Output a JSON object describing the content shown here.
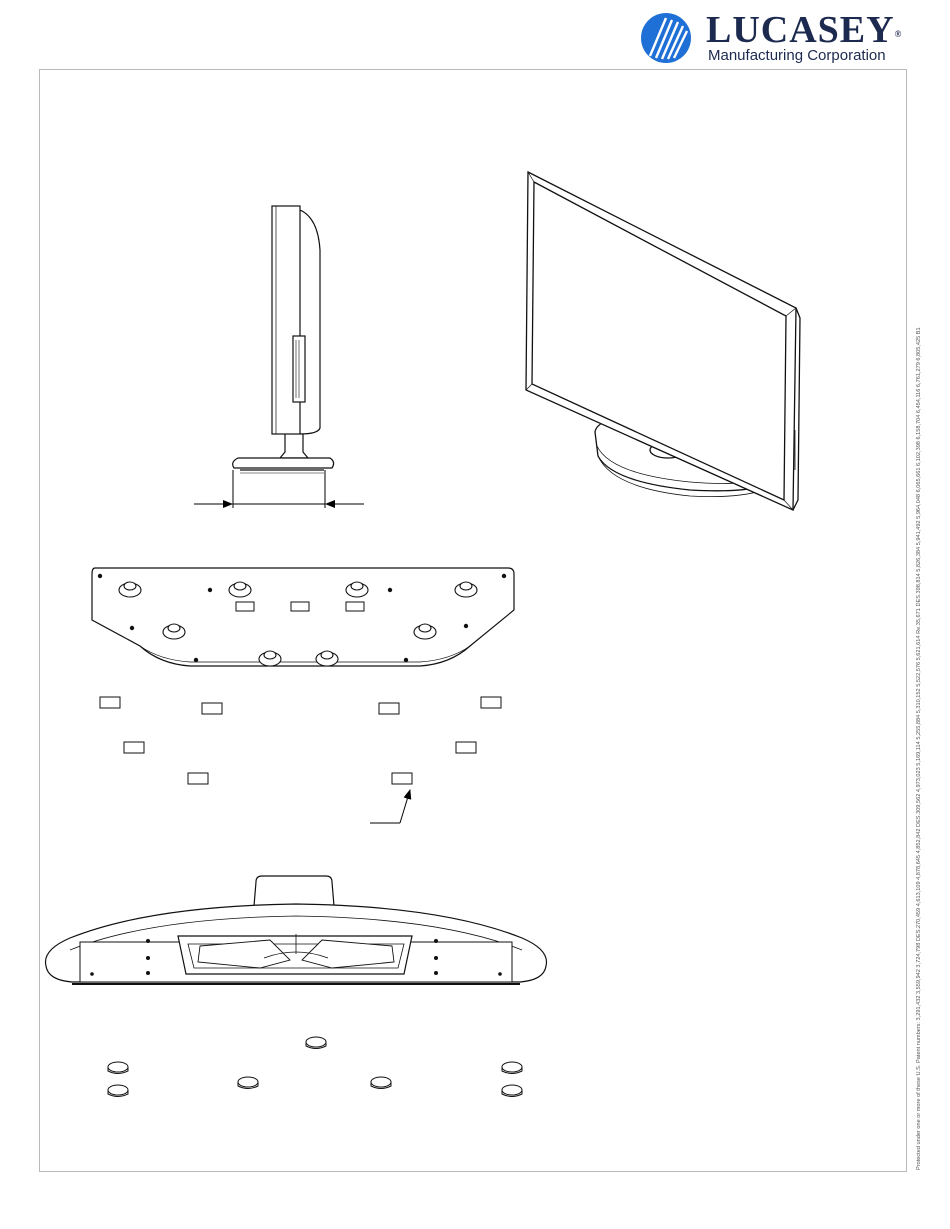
{
  "brand": {
    "name": "LUCASEY",
    "registered_mark": "®",
    "tagline": "Manufacturing Corporation",
    "color": "#1d2a4f",
    "accent": "#1e6fd6"
  },
  "patent_notice": "Protected under one or more of these U.S. Patent numbers: 3,291,432 3,559,942 3,724,798 DES.270,459 4,613,109 4,878,645 4,852,842 DES.309,562 4,973,023 5,169,114 5,255,884 5,310,152 5,522,576 5,621,614 Re.35,671 DES.398,814 5,826,384 5,941,492 5,964,048 6,065,661 6,102,398 6,158,704 6,454,116 6,761,279 6,805,425 B1"
}
